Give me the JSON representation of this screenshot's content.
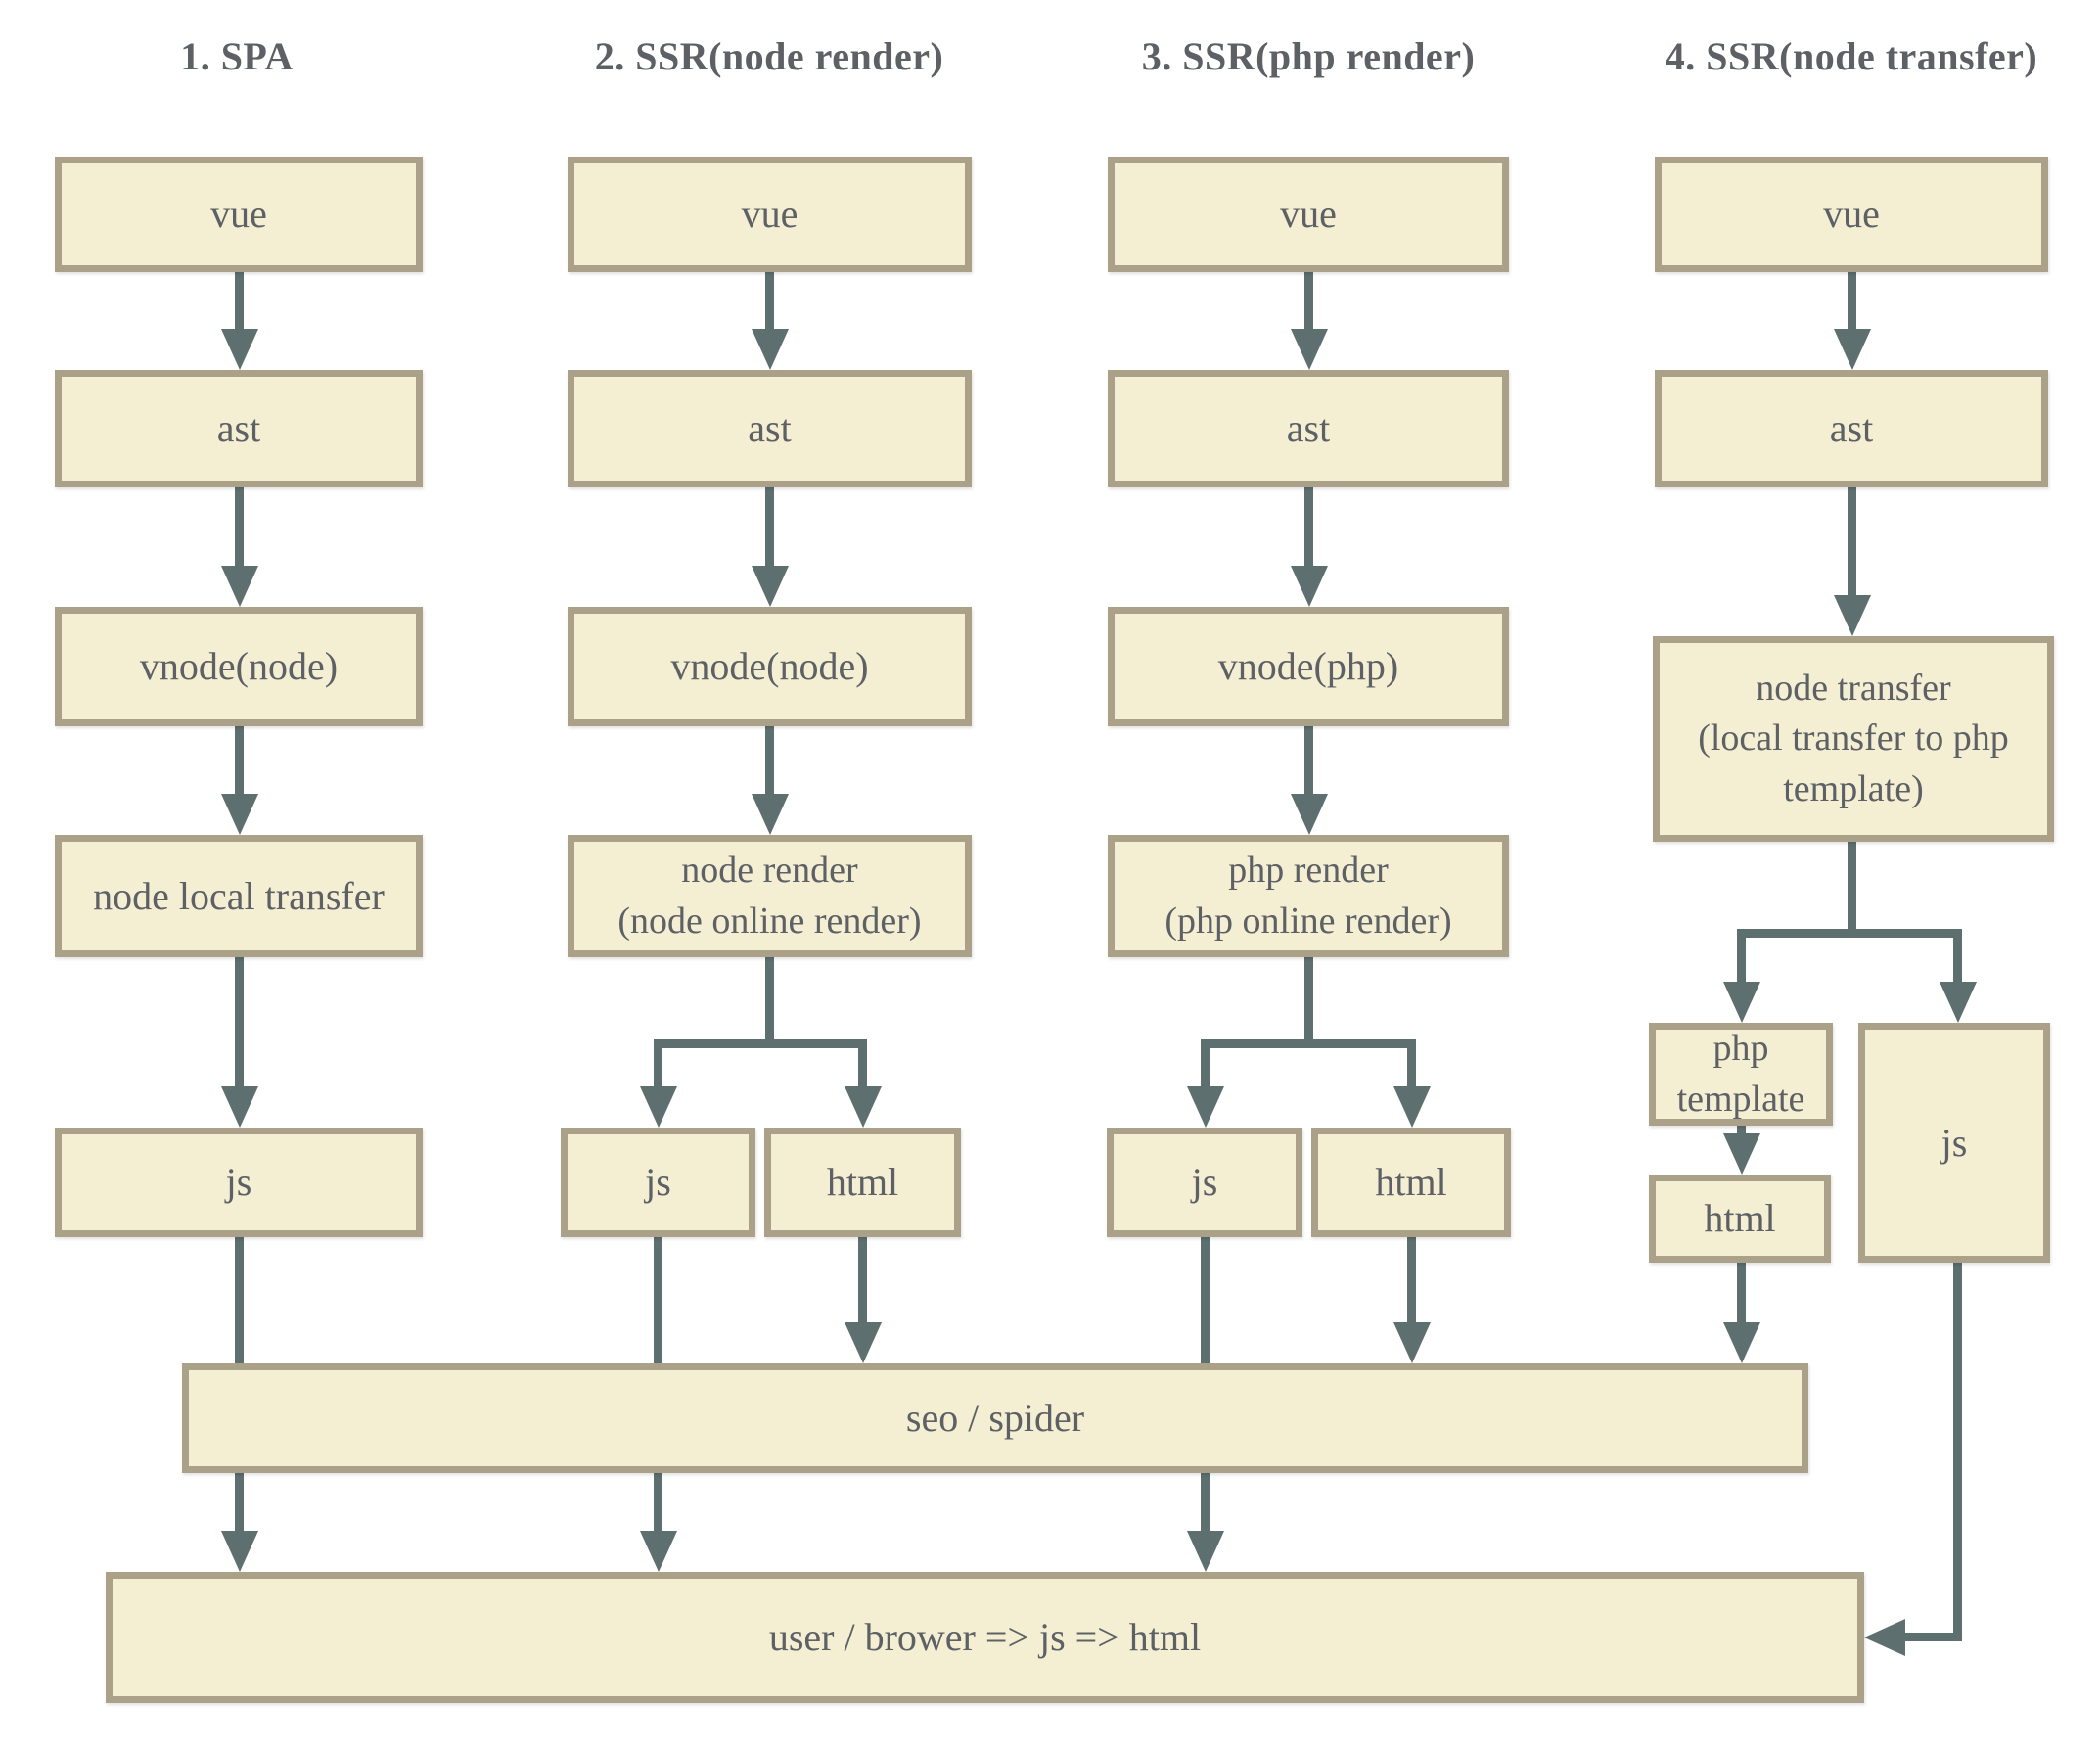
{
  "colors": {
    "box_fill": "#f4eed2",
    "box_border": "#aba188",
    "arrow": "#5d6f6f",
    "text": "#5d6165",
    "background": "#ffffff"
  },
  "columns": {
    "spa": {
      "title": "1. SPA",
      "vue": "vue",
      "ast": "ast",
      "vnode": "vnode(node)",
      "transfer": "node local transfer",
      "js": "js"
    },
    "ssr_node_render": {
      "title": "2. SSR(node render)",
      "vue": "vue",
      "ast": "ast",
      "vnode": "vnode(node)",
      "render": "node render\n(node online render)",
      "js": "js",
      "html": "html"
    },
    "ssr_php_render": {
      "title": "3. SSR(php render)",
      "vue": "vue",
      "ast": "ast",
      "vnode": "vnode(php)",
      "render": "php render\n(php online render)",
      "js": "js",
      "html": "html"
    },
    "ssr_node_transfer": {
      "title": "4. SSR(node transfer)",
      "vue": "vue",
      "ast": "ast",
      "transfer": "node transfer\n(local transfer to php template)",
      "php_template": "php template",
      "js": "js",
      "html": "html"
    }
  },
  "bars": {
    "seo": "seo / spider",
    "user": "user / brower => js => html"
  }
}
